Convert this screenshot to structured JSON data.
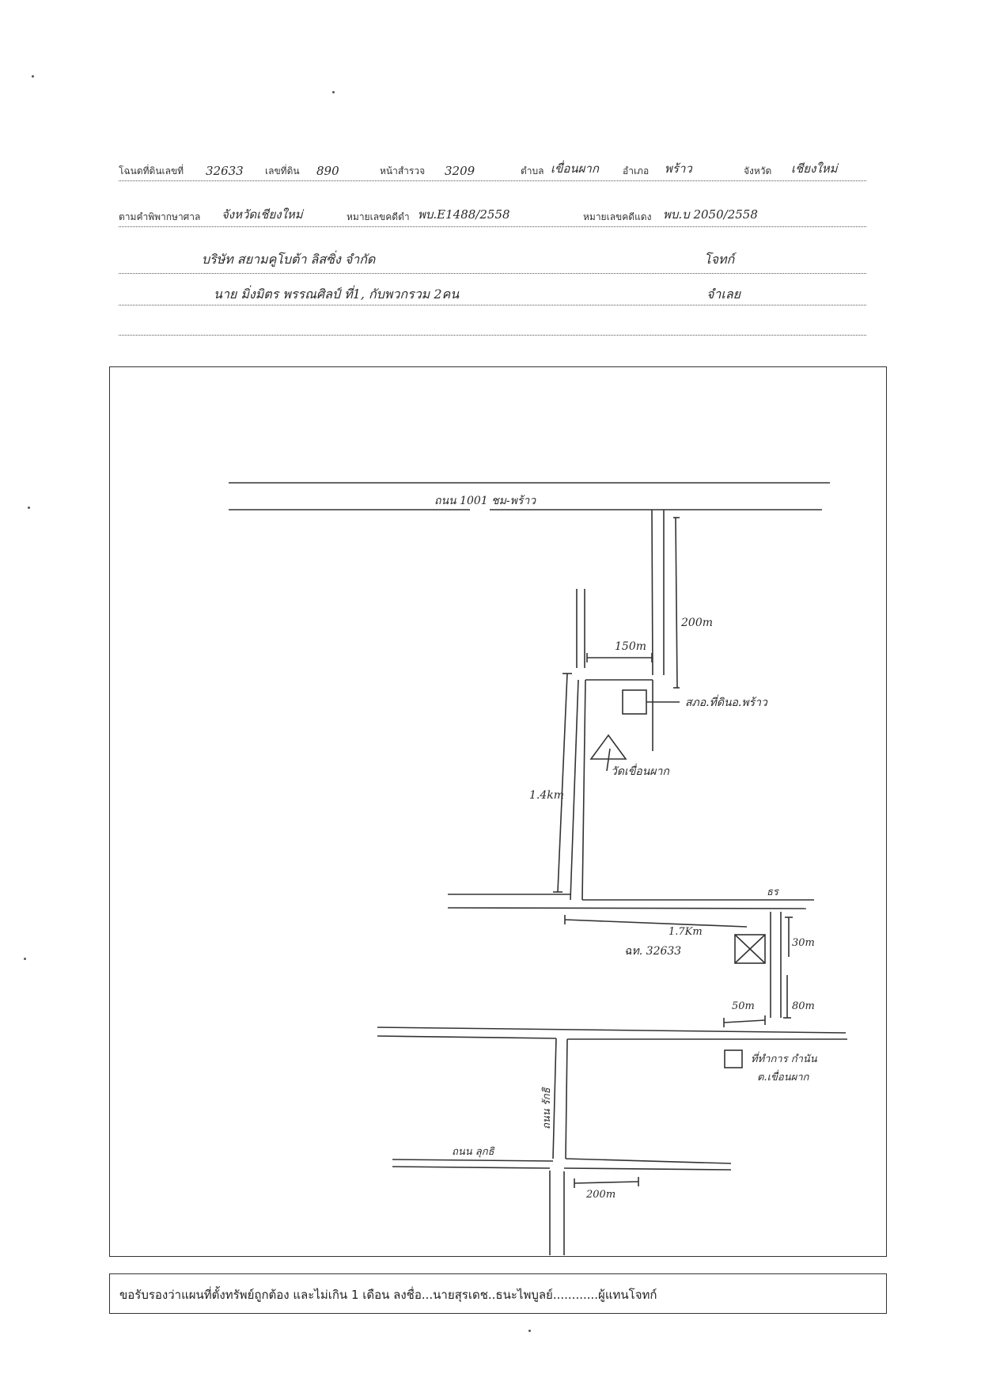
{
  "header": {
    "row1": {
      "deed_label": "โฉนดที่ดินเลขที่",
      "deed_no": "32633",
      "land_label": "เลขที่ดิน",
      "land_no": "890",
      "page_label": "หน้าสำรวจ",
      "page_no": "3209",
      "tambon_label": "ตำบล",
      "tambon": "เขื่อนผาก",
      "amphoe_label": "อำเภอ",
      "amphoe": "พร้าว",
      "province_label": "จังหวัด",
      "province": "เชียงใหม่"
    },
    "row2": {
      "court_label": "ตามคำพิพากษาศาล",
      "court": "จังหวัดเชียงใหม่",
      "black_case_label": "หมายเลขคดีดำ",
      "black_case": "พบ.E1488/2558",
      "red_case_label": "หมายเลขคดีแดง",
      "red_case": "พบ.บ 2050/2558"
    },
    "parties": {
      "plaintiff": "บริษัท สยามคูโบต้า ลิสซิ่ง จำกัด",
      "plaintiff_role": "โจทก์",
      "defendant": "นาย มิ่งมิตร พรรณศิลป์ ที่1, กับพวกรวม 2คน",
      "defendant_role": "จำเลย"
    }
  },
  "map": {
    "labels": {
      "road_main": "ถนน 1001 ชม-พร้าว",
      "dist_200m": "200m",
      "dist_150m": "150m",
      "dist_1_4km": "1.4km",
      "office": "สภอ.ที่ดินอ.พร้าว",
      "temple": "วัดเขื่อนผาก",
      "bend": "ธร",
      "dist_1_7km": "1.7Km",
      "deed_ref": "ฉท. 32633",
      "dist_30m": "30m",
      "dist_80m": "80m",
      "dist_50m": "50m",
      "tambon_office_1": "ที่ทำการ กำนัน",
      "tambon_office_2": "ต.เขื่อนผาก",
      "road_vertical": "ถนน รักธิ",
      "road_lower": "ถนน ลุกธิ",
      "dist_200m_b": "200m"
    }
  },
  "certification": {
    "text": "ขอรับรองว่าแผนที่ตั้งทรัพย์ถูกต้อง และไม่เกิน 1 เดือน ลงชื่อ...นายสุรเดช..ธนะไพบูลย์............ผู้แทนโจทก์"
  }
}
